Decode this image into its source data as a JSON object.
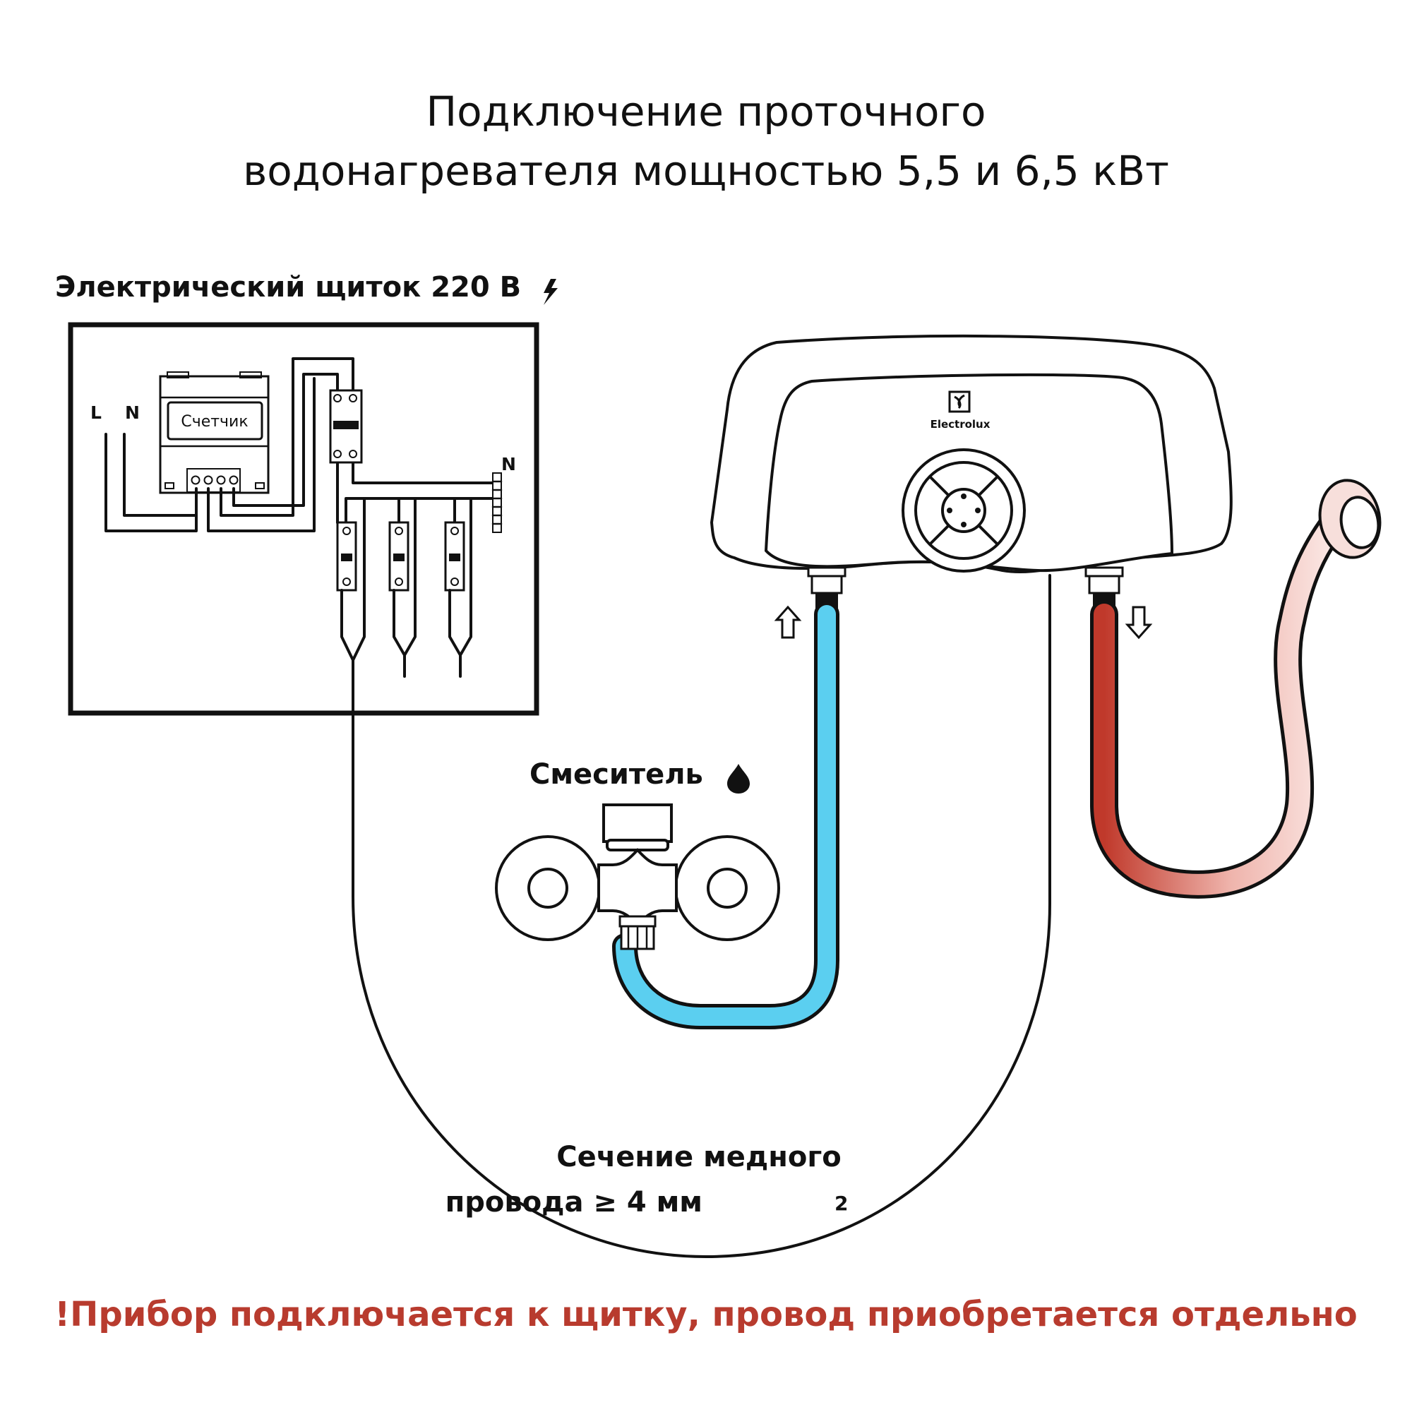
{
  "title": {
    "line1": "Подключение проточного",
    "line2": "водонагревателя мощностью 5,5 и 6,5 кВт"
  },
  "panel": {
    "heading": "Электрический щиток 220 В",
    "lightning_icon": "lightning-icon",
    "phase_label": "L",
    "neutral_label": "N",
    "meter_label": "Счетчик",
    "busbar_label": "N"
  },
  "heater": {
    "brand": "Electrolux",
    "logo_icon": "electrolux-logo-icon"
  },
  "mixer": {
    "label": "Смеситель",
    "drop_icon": "water-drop-icon"
  },
  "wire": {
    "line1": "Сечение медного",
    "line2_prefix": "провода ≥ 4 мм",
    "superscript": "2"
  },
  "warning": {
    "text": "!Прибор подключается к щитку, провод приобретается отдельно"
  },
  "colors": {
    "cold_water": "#5bcff0",
    "hot_water": "#c0392b",
    "shower_hose": "#f6d8d3",
    "accent": "#b83b2e"
  }
}
